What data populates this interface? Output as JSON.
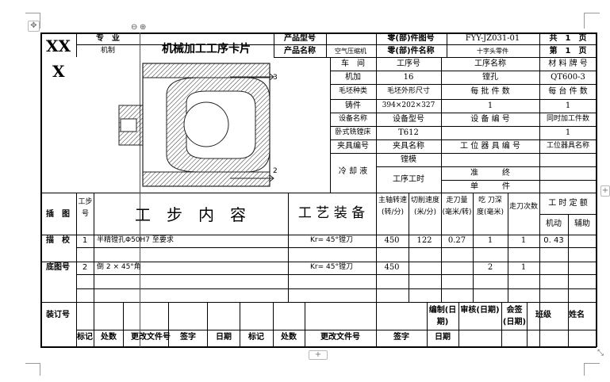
{
  "header": {
    "xx_title_line1": "XX",
    "xx_title_line2": "X",
    "specialty_label": "专　业",
    "specialty_value": "机制",
    "card_title": "机械加工工序卡片",
    "product_model_label": "产品型号",
    "product_name_label": "产品名称",
    "product_name_value": "空气压缩机",
    "part_drawing_no_label": "零(部)件图号",
    "part_drawing_no_value": "FYY-JZ031-01",
    "part_name_label": "零(部)件名称",
    "part_name_value": "十字头零件",
    "total_pages_text": "共　1　页",
    "page_no_text": "第　1　页"
  },
  "info_grid": {
    "row1": [
      "车　间",
      "工序号",
      "工序名称",
      "材 料 牌 号"
    ],
    "row2": [
      "机加",
      "16",
      "镗孔",
      "QT600-3"
    ],
    "row3": [
      "毛坯种类",
      "毛坯外形尺寸",
      "每 批 件 数",
      "每 台 件 数"
    ],
    "row4": [
      "铸件",
      "394×202×327",
      "1",
      "1"
    ],
    "row5": [
      "设备名称",
      "设备型号",
      "设 备 编 号",
      "同时加工件数"
    ],
    "row6": [
      "卧式铣镗床",
      "T612",
      "",
      "1"
    ],
    "row7": [
      "夹具编号",
      "夹具名称",
      "工 位 器 具 编 号",
      "工位器具名称"
    ],
    "row8_fixture": "镗模",
    "coolant_label": "冷 却 液",
    "process_time_label": "工序工时",
    "quasi_label": "准　　　终",
    "single_label": "单　　　件"
  },
  "drawing_labels": {
    "label_3": "3",
    "label_2": "2"
  },
  "step_header": {
    "plot_label": "插　图",
    "step_no": "工步号",
    "step_content": "工　步　内　容",
    "equipment": "工 艺 装 备",
    "spindle_speed": "主轴转速(转/分)",
    "cutting_speed": "切削速度(米/分)",
    "feed": "走刀量(毫米/转)",
    "cut_depth": "吃 刀深 度(毫米)",
    "passes": "走刀次数",
    "time_quota": "工 时 定 额",
    "machine_time": "机动",
    "aux_time": "辅助"
  },
  "steps": [
    {
      "no": "1",
      "content": "半精镗孔Φ50H7 至要求",
      "tool": "Kr= 45°镗刀",
      "spindle": "450",
      "cutting": "122",
      "feed": "0.27",
      "depth": "1",
      "passes": "1",
      "machine": "0. 43",
      "aux": ""
    },
    {
      "no": "2",
      "content": "倒 2 × 45°角",
      "tool": "Kr= 45°镗刀",
      "spindle": "450",
      "cutting": "",
      "feed": "",
      "depth": "2",
      "passes": "1",
      "machine": "",
      "aux": ""
    }
  ],
  "side_labels": {
    "trace": "描　校",
    "base_drawing": "底图号",
    "binding": "装订号"
  },
  "sign_block": {
    "compile": "编制(日期)",
    "review": "审核(日期)",
    "countersign": "会签(日期)",
    "level": "班级",
    "name": "姓名"
  },
  "footer_row": [
    "标记",
    "处数",
    "更改文件号",
    "签字",
    "日期",
    "标记",
    "处数",
    "更改文件号",
    "签字",
    "日期"
  ],
  "editor_ui": {
    "move_handle": "✥",
    "minus": "⊖",
    "plus": "⊕",
    "add_row": "+",
    "add_col": "+",
    "resize": "⤡"
  }
}
